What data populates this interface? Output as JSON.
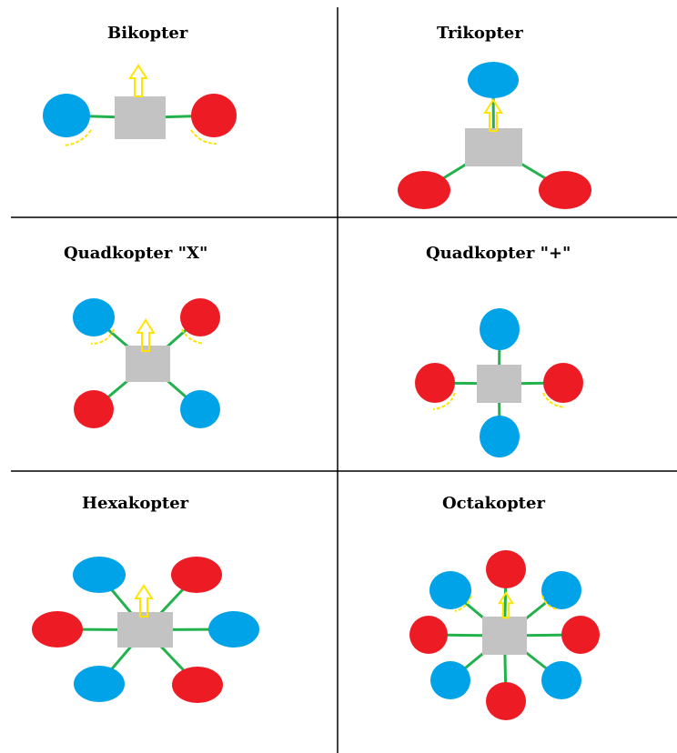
{
  "colors": {
    "prop_blue": "#00a2e8",
    "prop_red": "#ed1c24",
    "body": "#c3c3c3",
    "arm": "#22b14c",
    "arrow": "#ffe400",
    "grid": "#000000"
  },
  "panels": [
    {
      "name": "Bikopter",
      "title": "Bikopter",
      "has_direction_arrow": true
    },
    {
      "name": "Trikopter",
      "title": "Trikopter",
      "has_direction_arrow": true
    },
    {
      "name": "Quadkopter X",
      "title": "Quadkopter \"X\"",
      "has_direction_arrow": true
    },
    {
      "name": "Quadkopter Plus",
      "title": "Quadkopter \"+\"",
      "has_direction_arrow": false
    },
    {
      "name": "Hexakopter",
      "title": "Hexakopter",
      "has_direction_arrow": true
    },
    {
      "name": "Octakopter",
      "title": "Octakopter",
      "has_direction_arrow": true
    }
  ]
}
